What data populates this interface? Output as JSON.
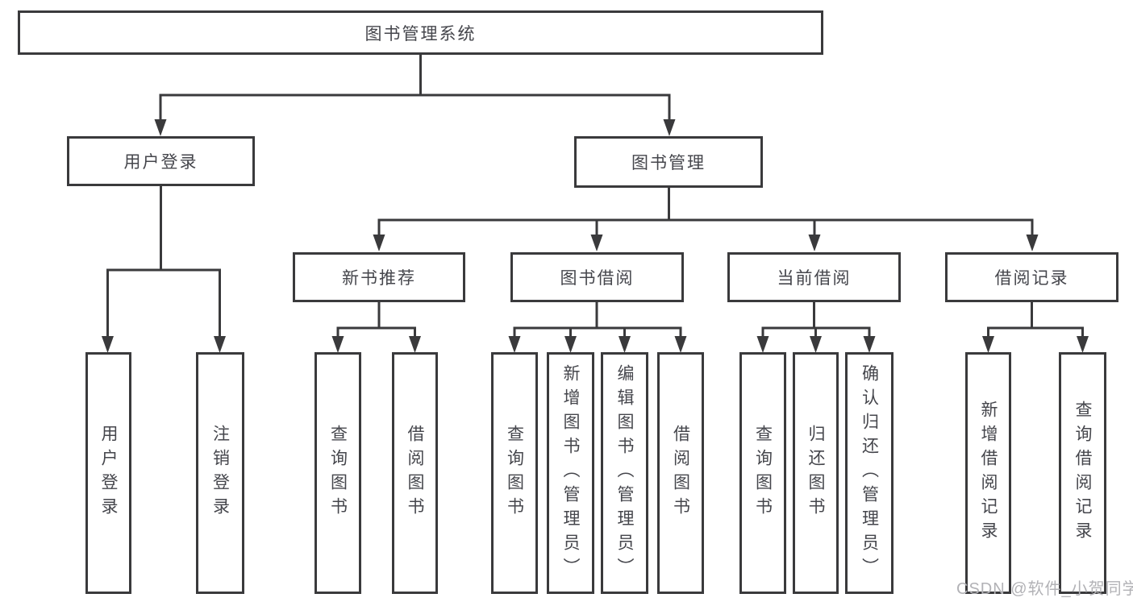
{
  "diagram": {
    "root": {
      "label": "图书管理系统"
    },
    "branches": [
      {
        "label": "用户登录",
        "children": [
          {
            "label": "用户登录"
          },
          {
            "label": "注销登录"
          }
        ]
      },
      {
        "label": "图书管理",
        "groups": [
          {
            "label": "新书推荐",
            "children": [
              {
                "label": "查询图书"
              },
              {
                "label": "借阅图书"
              }
            ]
          },
          {
            "label": "图书借阅",
            "children": [
              {
                "label": "查询图书"
              },
              {
                "label": "新增图书（管理员）"
              },
              {
                "label": "编辑图书（管理员）"
              },
              {
                "label": "借阅图书"
              }
            ]
          },
          {
            "label": "当前借阅",
            "children": [
              {
                "label": "查询图书"
              },
              {
                "label": "归还图书"
              },
              {
                "label": "确认归还（管理员）"
              }
            ]
          },
          {
            "label": "借阅记录",
            "children": [
              {
                "label": "新增借阅记录"
              },
              {
                "label": "查询借阅记录"
              }
            ]
          }
        ]
      }
    ]
  },
  "watermark": {
    "text": "CSDN @软件_小贺同学"
  },
  "colors": {
    "line": "#3a3a3c",
    "box_border": "#3a3a3c",
    "text": "#45464c",
    "watermark": "#b2b2b6",
    "background": "#ffffff"
  }
}
